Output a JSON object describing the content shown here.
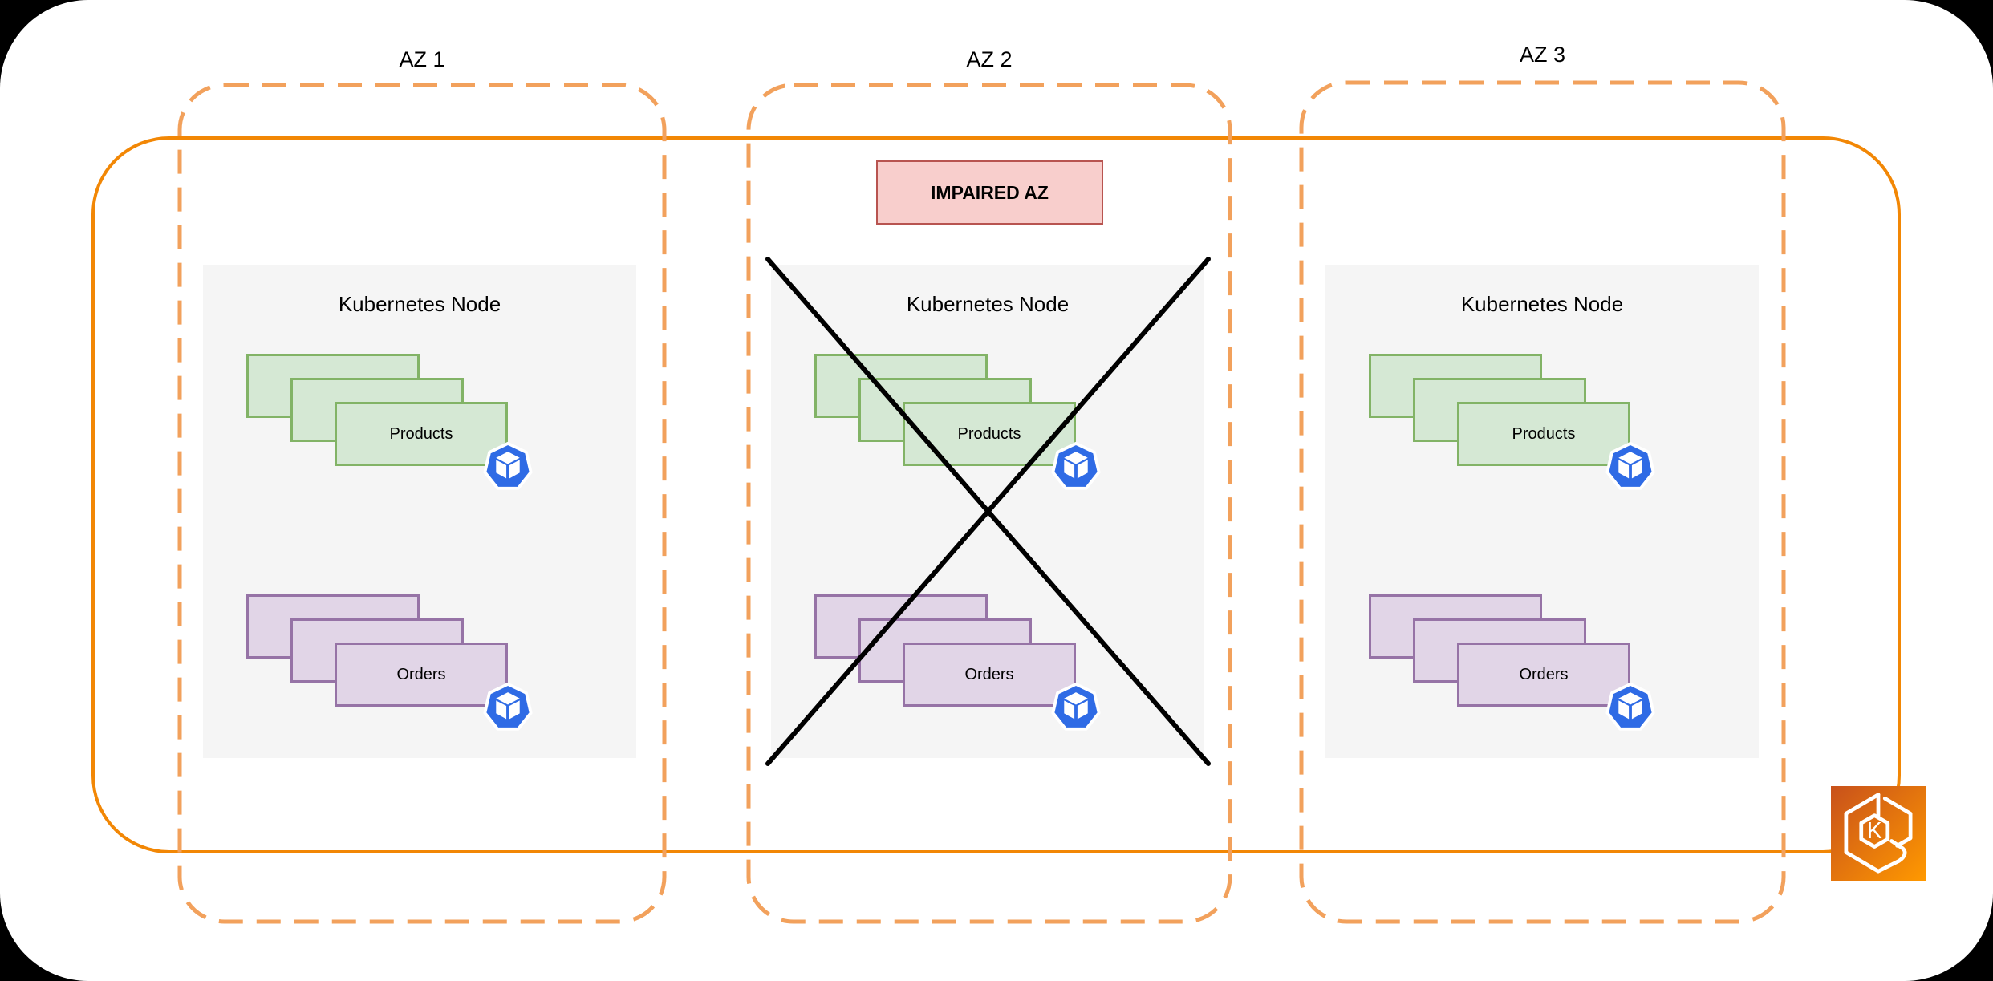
{
  "azs": [
    {
      "label": "AZ 1",
      "impaired": false,
      "node": {
        "title": "Kubernetes Node",
        "workloads": [
          {
            "label": "Products"
          },
          {
            "label": "Orders"
          }
        ]
      }
    },
    {
      "label": "AZ 2",
      "impaired": true,
      "node": {
        "title": "Kubernetes Node",
        "workloads": [
          {
            "label": "Products"
          },
          {
            "label": "Orders"
          }
        ]
      }
    },
    {
      "label": "AZ 3",
      "impaired": false,
      "node": {
        "title": "Kubernetes Node",
        "workloads": [
          {
            "label": "Products"
          },
          {
            "label": "Orders"
          }
        ]
      }
    }
  ],
  "impaired_badge": {
    "label": "IMPAIRED AZ"
  },
  "icons": {
    "pod": "kubernetes-pod-icon",
    "cluster": "amazon-eks-icon"
  },
  "colors": {
    "page_background": "#000000",
    "canvas_background": "#ffffff",
    "cluster_border": "#F28705",
    "az_dashed_border": "#F2A15C",
    "node_fill": "#F5F5F5",
    "products_fill": "#D5E8D4",
    "products_border": "#82B366",
    "orders_fill": "#E1D5E7",
    "orders_border": "#9673A6",
    "badge_fill": "#F8CECC",
    "badge_border": "#B85450",
    "pod_icon_blue": "#2F6BE5",
    "impaired_cross": "#000000",
    "eks_gradient_start": "#C8511B",
    "eks_gradient_end": "#FF9900"
  }
}
